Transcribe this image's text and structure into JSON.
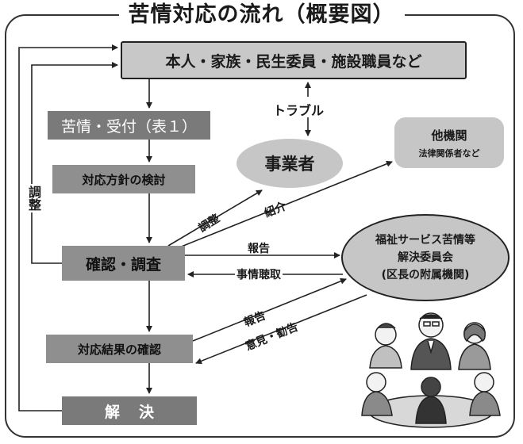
{
  "title": "苦情対応の流れ（概要図）",
  "nodes": {
    "top": "本人・家族・民生委員・施設職員など",
    "intake": "苦情・受付（表１）",
    "policy": "対応方針の検討",
    "investigate": "確認・調査",
    "result": "対応結果の確認",
    "resolve": "解決",
    "provider": "事業者",
    "other_org": "他機関",
    "other_org_sub": "法律関係者など",
    "committee_line1": "福祉サービス苦情等",
    "committee_line2": "解決委員会",
    "committee_line3": "(区長の附属機関)"
  },
  "labels": {
    "trouble": "トラブル",
    "adjust_left": "調整",
    "adjust": "調整",
    "introduce": "紹介",
    "report1": "報告",
    "hearing": "事情聴取",
    "report2": "報告",
    "opinion": "意見・勧告"
  }
}
